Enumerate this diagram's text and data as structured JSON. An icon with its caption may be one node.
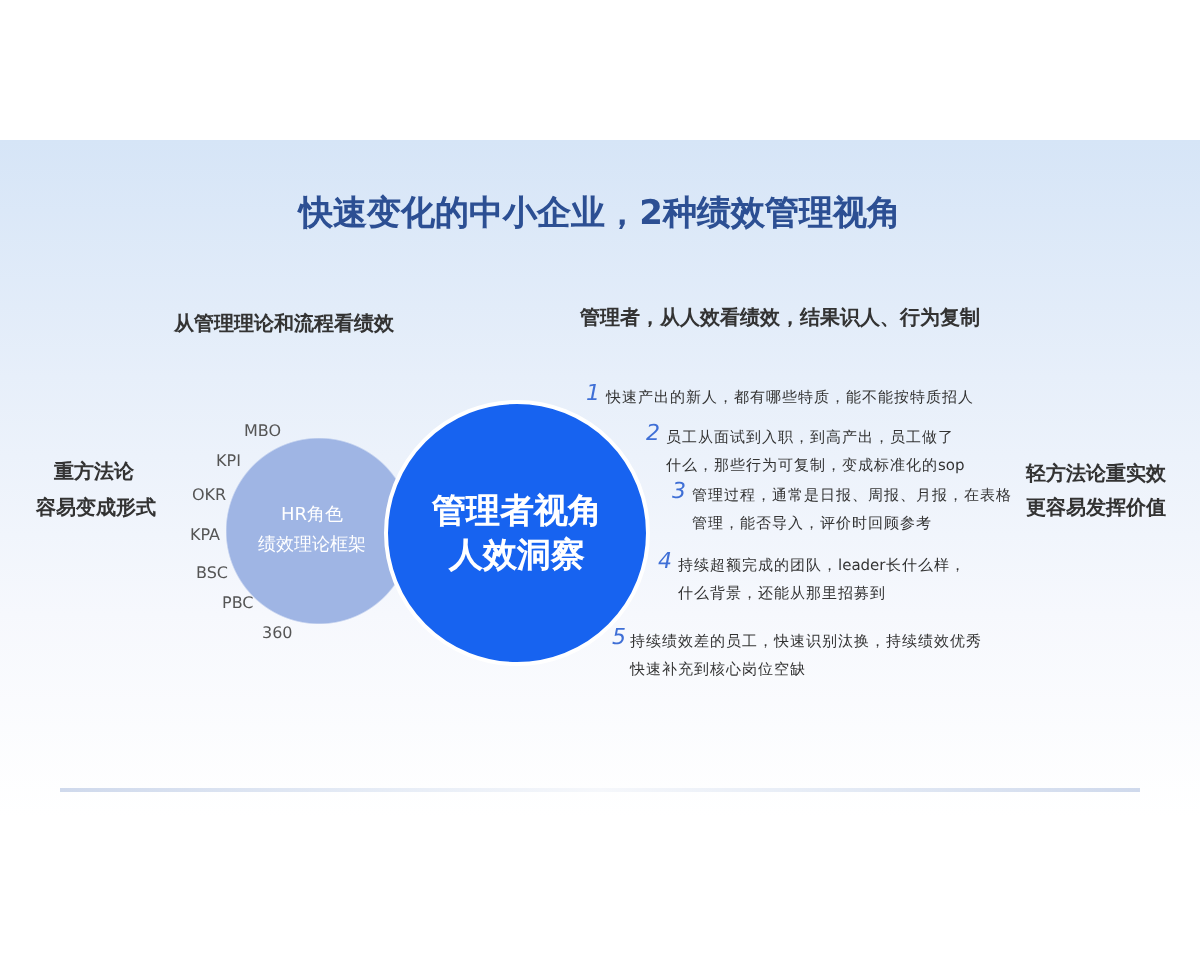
{
  "diagram": {
    "title": "快速变化的中小企业，2种绩效管理视角",
    "nodes": [
      {
        "text": [
          "HR角色",
          "绩效理论框架"
        ]
      },
      {
        "text": [
          "管理者视角人效洞察"
        ]
      }
    ],
    "labels": [
      "从管理理论和流程看绩效",
      "管理者，从人效看绩效，结果识人、行为复制",
      "重方法论",
      "容易变成形式",
      "MBO",
      "KPI",
      "OKR",
      "KPA",
      "BSC",
      "PBC",
      "360",
      "1",
      "快速产出的新人，都有哪些特质，能不能按特质招人",
      "2",
      "员工从面试到入职，到高产出，员工做了什么，那些行为可复制，变成标准化的sop",
      "3",
      "管理过程，通常是日报、周报、月报，在表格管理，能否导入，评价时回顾参考",
      "4",
      "持续超额完成的团队，leader长什么样，什么背景，还能从那里招募到",
      "5",
      "持续绩效差的员工，快速识别汰换，持续绩效优秀快速补充到核心岗位空缺",
      "轻方法论重实效",
      "更容易发挥价值"
    ]
  }
}
